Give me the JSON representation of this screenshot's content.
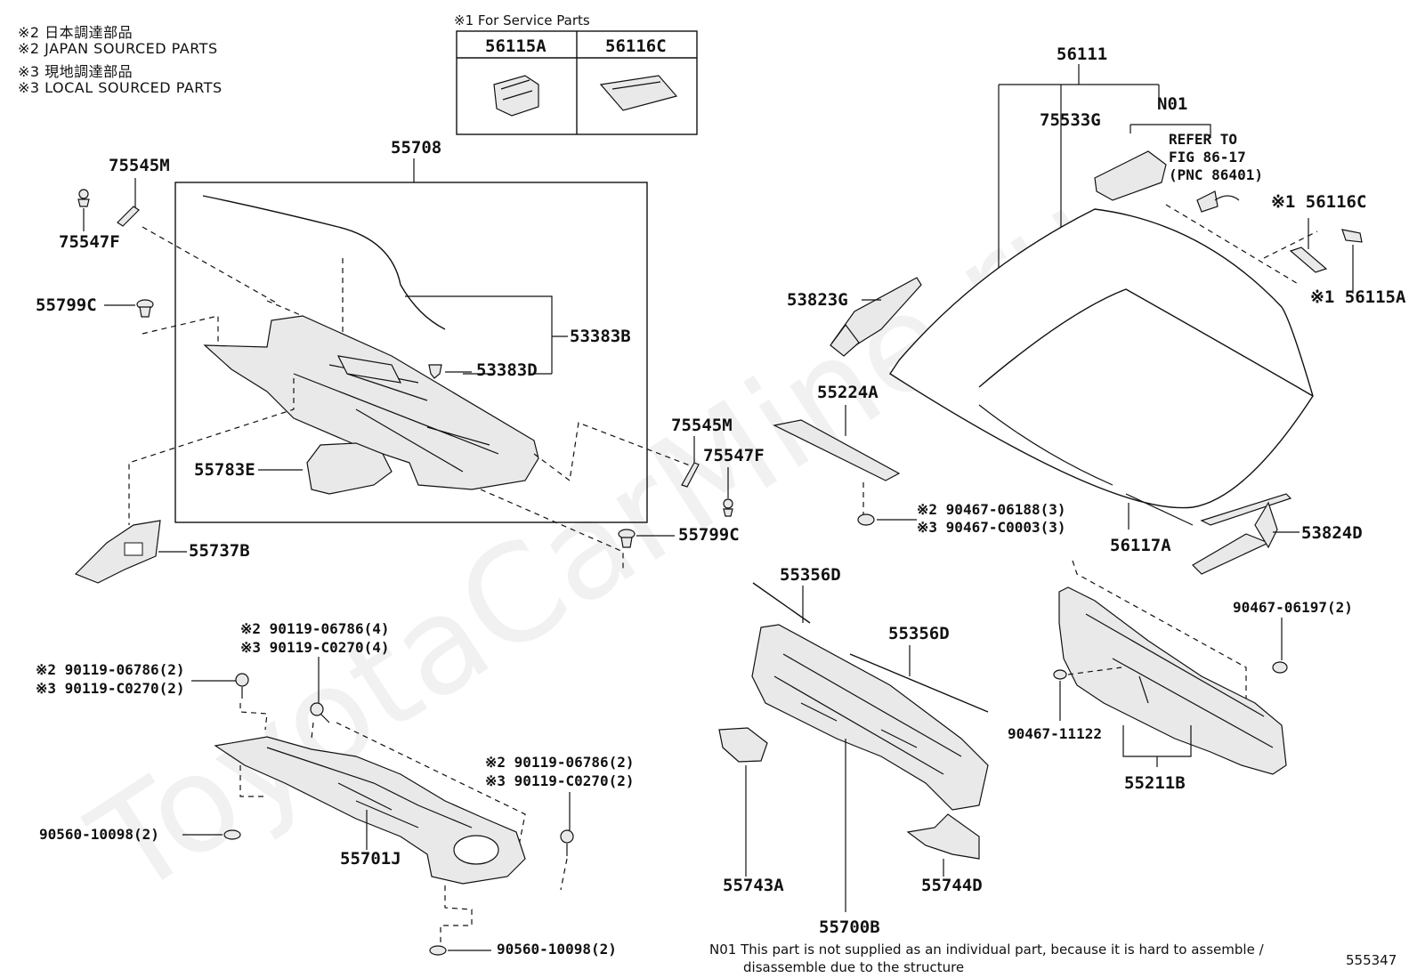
{
  "notes": [
    "※2 日本調達部品",
    "※2 JAPAN SOURCED PARTS",
    "※3 現地調達部品",
    "※3 LOCAL SOURCED PARTS"
  ],
  "service_box": {
    "title": "※1 For Service Parts",
    "col1": "56115A",
    "col2": "56116C"
  },
  "labels": {
    "p56111": "56111",
    "pN01": "N01",
    "p75533G": "75533G",
    "refer1": "REFER TO",
    "refer2": "FIG 86-17",
    "refer3": "(PNC 86401)",
    "p56116C": "※1 56116C",
    "p56115A": "※1 56115A",
    "p53823G": "53823G",
    "p55224A": "55224A",
    "p9046706188": "※2 90467-06188(3)",
    "p90467C0003": "※3 90467-C0003(3)",
    "p56117A": "56117A",
    "p53824D": "53824D",
    "p55708": "55708",
    "p75545M_1": "75545M",
    "p75547F_1": "75547F",
    "p55799C_1": "55799C",
    "p53383B": "53383B",
    "p53383D": "53383D",
    "p55783E": "55783E",
    "p55737B": "55737B",
    "p75545M_2": "75545M",
    "p75547F_2": "75547F",
    "p55799C_2": "55799C",
    "p9011906786_4": "※2 90119-06786(4)",
    "p90119C0270_4": "※3 90119-C0270(4)",
    "p9011906786_2a": "※2 90119-06786(2)",
    "p90119C0270_2a": "※3 90119-C0270(2)",
    "p9011906786_2b": "※2 90119-06786(2)",
    "p90119C0270_2b": "※3 90119-C0270(2)",
    "p9056010098_a": "90560-10098(2)",
    "p55701J": "55701J",
    "p9056010098_b": "90560-10098(2)",
    "p55356D_1": "55356D",
    "p55356D_2": "55356D",
    "p55743A": "55743A",
    "p55744D": "55744D",
    "p55700B": "55700B",
    "p9046706197": "90467-06197(2)",
    "p9046711122": "90467-11122",
    "p55211B": "55211B"
  },
  "footer": {
    "note_line1": "N01 This part is not supplied as an individual part, because it is hard to assemble /",
    "note_line2": "disassemble due to the structure",
    "figure_id": "555347"
  },
  "watermark": "ToyotaCarMine.ru"
}
